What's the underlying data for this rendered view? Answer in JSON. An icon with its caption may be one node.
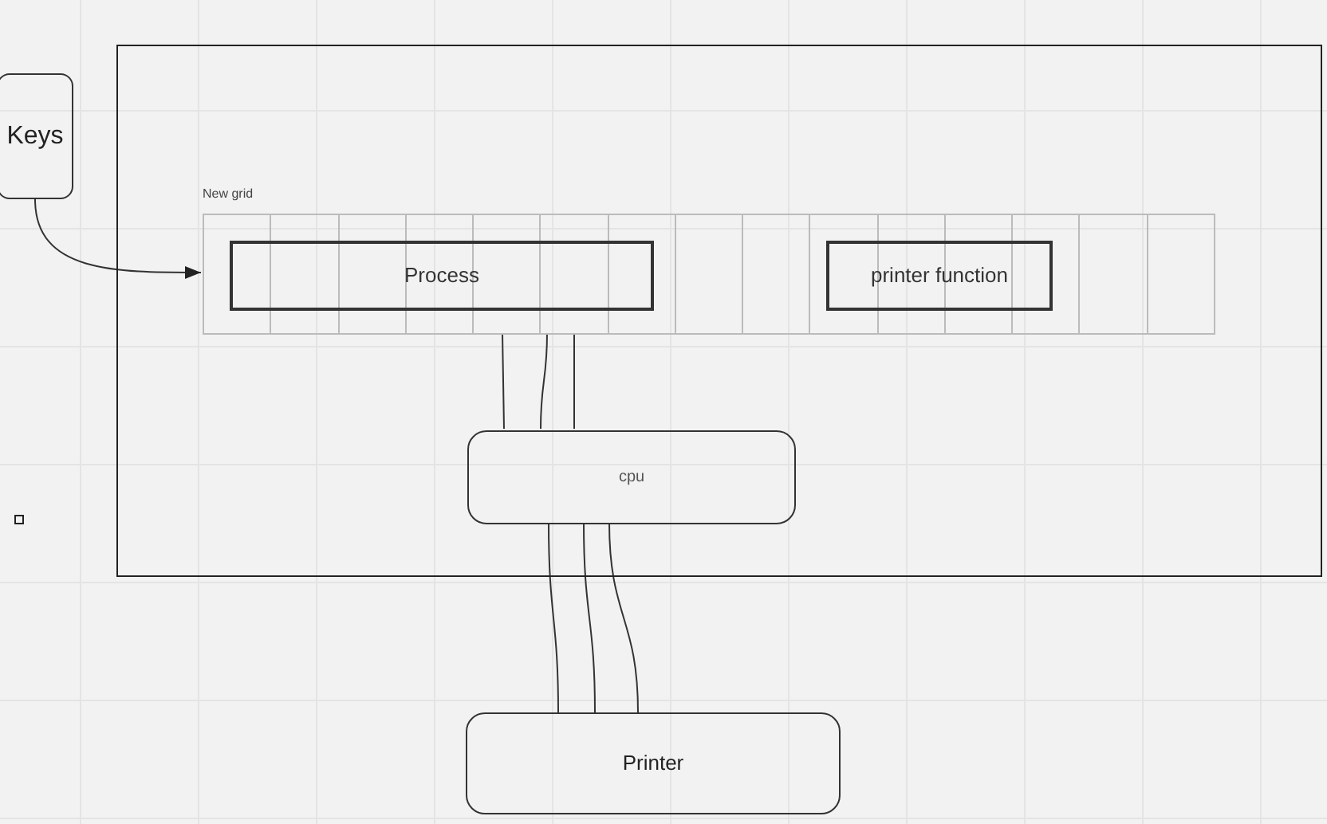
{
  "diagram": {
    "nodes": [
      {
        "text": [],
        "shape": "box"
      },
      {
        "text": [
          "Keys"
        ]
      },
      {
        "text": [
          "New grid"
        ],
        "in": 0
      },
      {
        "text": [
          "Process"
        ],
        "in": 2
      },
      {
        "text": [
          "printer function"
        ],
        "in": 2
      },
      {
        "text": [
          "cpu"
        ],
        "in": 0
      },
      {
        "text": [
          "Printer"
        ]
      },
      {
        "text": [],
        "shape": "box"
      }
    ],
    "edges": [
      {
        "from": 1,
        "to": 2,
        "arrow": "to"
      },
      {
        "from": 2,
        "to": 5,
        "arrow": "none"
      },
      {
        "from": 2,
        "to": 5,
        "arrow": "none"
      },
      {
        "from": 2,
        "to": 5,
        "arrow": "none"
      },
      {
        "from": 5,
        "to": 6,
        "arrow": "none"
      },
      {
        "from": 5,
        "to": 6,
        "arrow": "none"
      },
      {
        "from": 5,
        "to": 6,
        "arrow": "none"
      }
    ]
  }
}
